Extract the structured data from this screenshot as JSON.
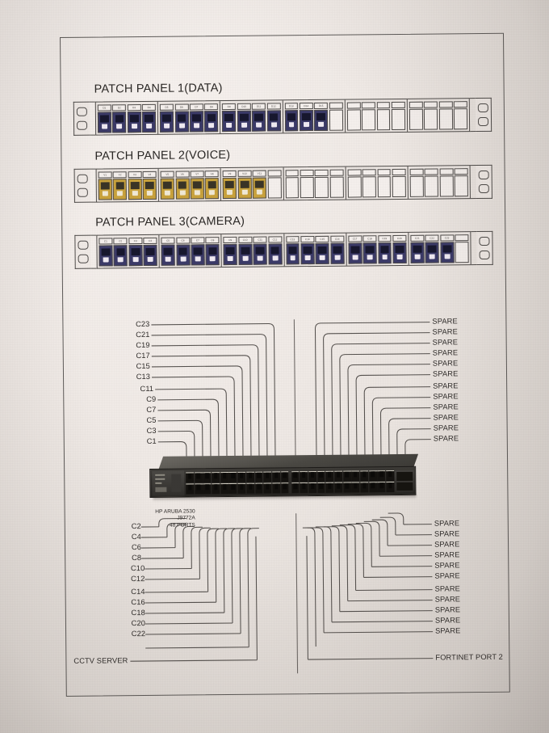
{
  "document": {
    "type": "network-rack-patch-panel-diagram",
    "paper_color": "#efe9e5",
    "ink_color": "#55514e"
  },
  "panels": [
    {
      "id": "panel1",
      "title": "PATCH PANEL 1(DATA)",
      "port_color": "#3b3a68",
      "port_type": "data",
      "total_ports": 24,
      "filled_ports": 15,
      "groups": [
        {
          "labels": [
            "D1",
            "D2",
            "D3",
            "D4"
          ],
          "filled": 4
        },
        {
          "labels": [
            "D5",
            "D6",
            "D7",
            "D8"
          ],
          "filled": 4
        },
        {
          "labels": [
            "D9",
            "D10",
            "D11",
            "D12"
          ],
          "filled": 4
        },
        {
          "labels": [
            "D13",
            "D14",
            "D15",
            ""
          ],
          "filled": 3
        },
        {
          "labels": [
            "",
            "",
            "",
            ""
          ],
          "filled": 0
        },
        {
          "labels": [
            "",
            "",
            "",
            ""
          ],
          "filled": 0
        }
      ]
    },
    {
      "id": "panel2",
      "title": "PATCH PANEL 2(VOICE)",
      "port_color": "#c9a23c",
      "port_type": "voice",
      "total_ports": 24,
      "filled_ports": 11,
      "groups": [
        {
          "labels": [
            "V1",
            "V2",
            "V3",
            "V4"
          ],
          "filled": 4
        },
        {
          "labels": [
            "V5",
            "V6",
            "V7",
            "V8"
          ],
          "filled": 4
        },
        {
          "labels": [
            "V9",
            "V10",
            "V11",
            ""
          ],
          "filled": 3
        },
        {
          "labels": [
            "",
            "",
            "",
            ""
          ],
          "filled": 0
        },
        {
          "labels": [
            "",
            "",
            "",
            ""
          ],
          "filled": 0
        },
        {
          "labels": [
            "",
            "",
            "",
            ""
          ],
          "filled": 0
        }
      ]
    },
    {
      "id": "panel3",
      "title": "PATCH PANEL 3(CAMERA)",
      "port_color": "#3b3a68",
      "port_type": "data",
      "total_ports": 24,
      "filled_ports": 23,
      "groups": [
        {
          "labels": [
            "C1",
            "C2",
            "C3",
            "C4"
          ],
          "filled": 4
        },
        {
          "labels": [
            "C5",
            "C6",
            "C7",
            "C8"
          ],
          "filled": 4
        },
        {
          "labels": [
            "C9",
            "C10",
            "C11",
            "C12"
          ],
          "filled": 4
        },
        {
          "labels": [
            "C13",
            "C14",
            "C15",
            "C16"
          ],
          "filled": 4
        },
        {
          "labels": [
            "C17",
            "C18",
            "C19",
            "C20"
          ],
          "filled": 4
        },
        {
          "labels": [
            "C21",
            "C22",
            "C23",
            ""
          ],
          "filled": 3
        }
      ]
    }
  ],
  "switch": {
    "model_line1": "HP ARUBA 2530",
    "model_line2": "J9772A",
    "model_line3": "48 PORTS",
    "port_count": 48
  },
  "connections": {
    "top_left_labels": [
      "C23",
      "C21",
      "C19",
      "C17",
      "C15",
      "C13",
      "C11",
      "C9",
      "C7",
      "C5",
      "C3",
      "C1"
    ],
    "top_right_labels": [
      "SPARE",
      "SPARE",
      "SPARE",
      "SPARE",
      "SPARE",
      "SPARE",
      "SPARE",
      "SPARE",
      "SPARE",
      "SPARE",
      "SPARE",
      "SPARE"
    ],
    "bottom_left_labels": [
      "C2",
      "C4",
      "C6",
      "C8",
      "C10",
      "C12",
      "C14",
      "C16",
      "C18",
      "C20",
      "C22",
      "CCTV SERVER"
    ],
    "bottom_right_labels": [
      "SPARE",
      "SPARE",
      "SPARE",
      "SPARE",
      "SPARE",
      "SPARE",
      "SPARE",
      "SPARE",
      "SPARE",
      "SPARE",
      "SPARE",
      "FORTINET PORT 2"
    ]
  }
}
